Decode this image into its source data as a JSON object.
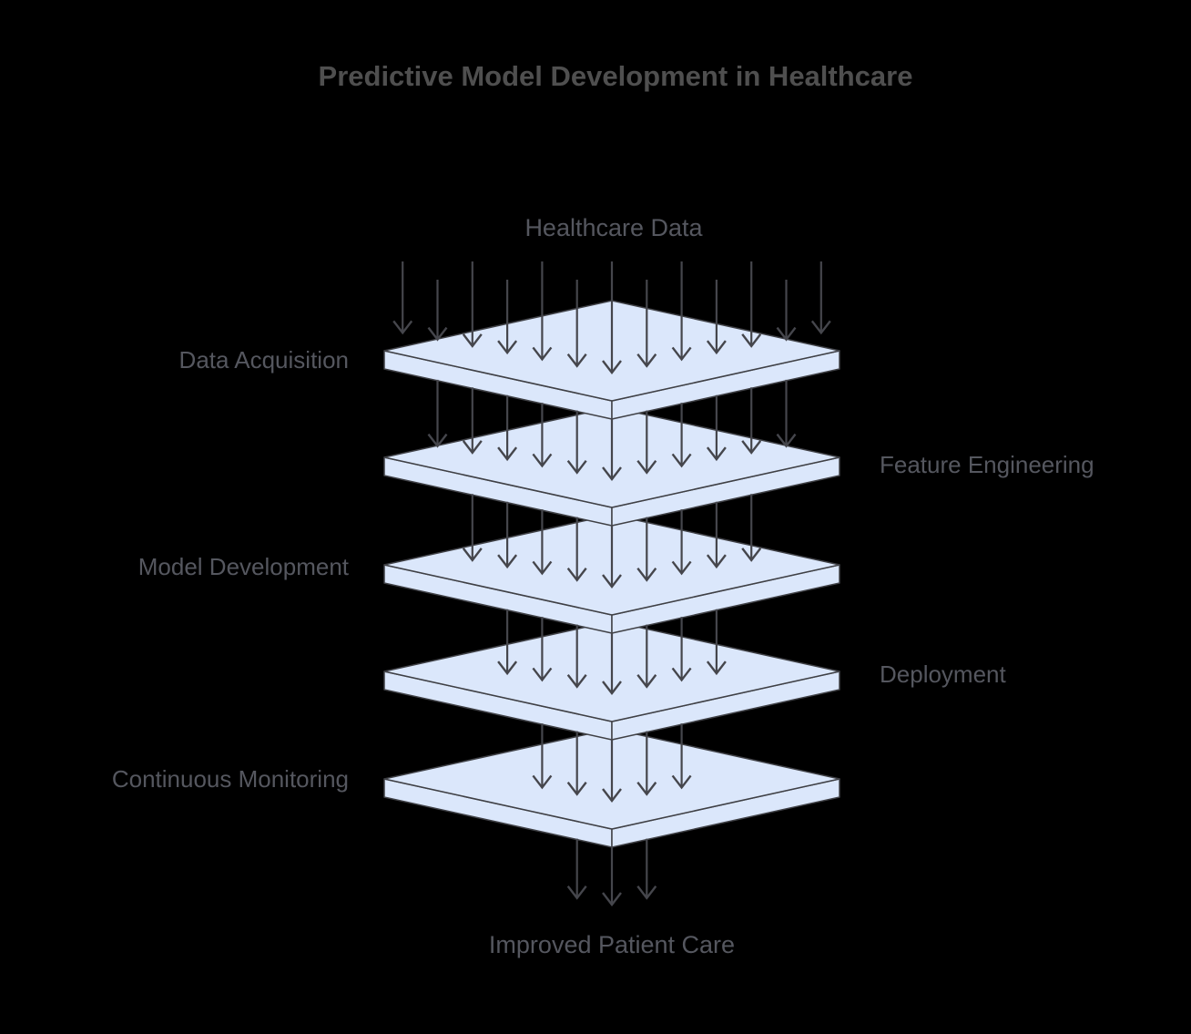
{
  "title": "Predictive Model Development in Healthcare",
  "diagram": {
    "source_label": "Healthcare Data",
    "sink_label": "Improved Patient Care",
    "layers": [
      {
        "id": "data-acquisition",
        "label": "Data Acquisition",
        "label_side": "left",
        "incoming_arrows": 13
      },
      {
        "id": "feature-engineering",
        "label": "Feature Engineering",
        "label_side": "right",
        "incoming_arrows": 11
      },
      {
        "id": "model-development",
        "label": "Model Development",
        "label_side": "left",
        "incoming_arrows": 9
      },
      {
        "id": "deployment",
        "label": "Deployment",
        "label_side": "right",
        "incoming_arrows": 7
      },
      {
        "id": "continuous-monitoring",
        "label": "Continuous Monitoring",
        "label_side": "left",
        "incoming_arrows": 5
      }
    ],
    "output_arrows": 3,
    "colors": {
      "background": "#000000",
      "plate_fill": "#dbe7fb",
      "plate_stroke": "#3f4045",
      "arrow": "#45464c",
      "label_text": "#55575f",
      "title_text": "#4f4f4f"
    }
  }
}
